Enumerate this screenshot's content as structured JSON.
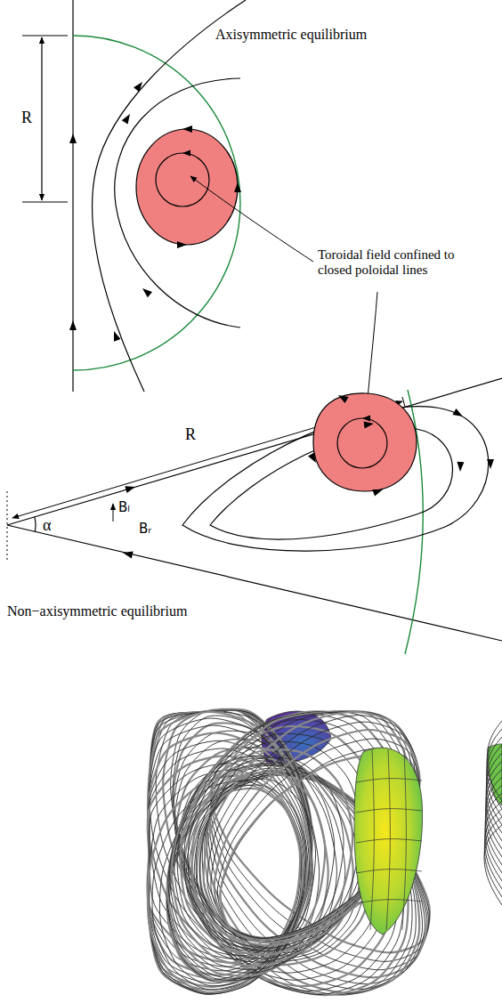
{
  "diagram": {
    "labels": [
      "Axisymmetric equilibrium",
      "R",
      "Toroidal field confined to closed poloidal lines",
      "R",
      "α",
      "Bₗ",
      "Bᵣ",
      "Non−axisymmetric equilibrium"
    ]
  }
}
